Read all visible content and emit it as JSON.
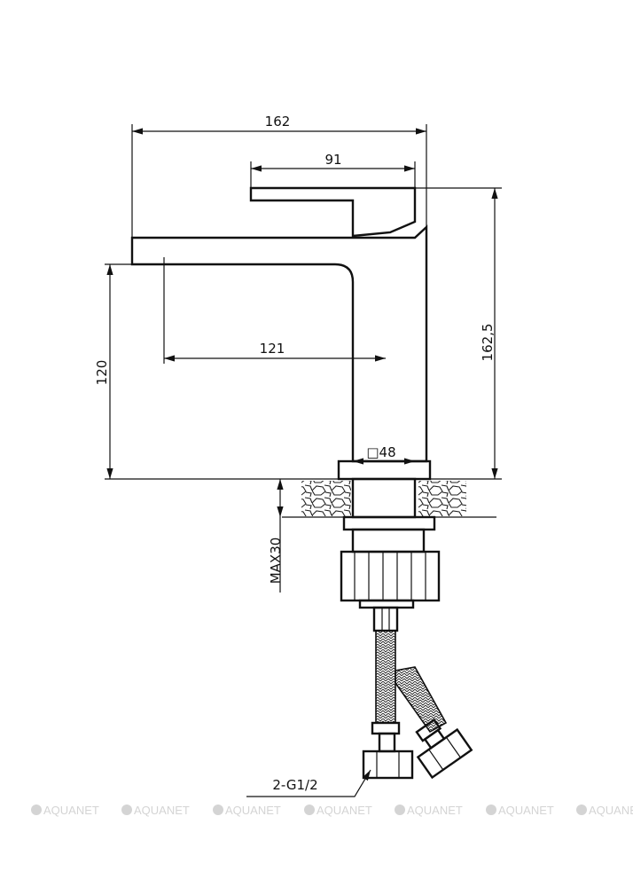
{
  "drawing": {
    "dimensions": {
      "overall_width": "162",
      "handle_length": "91",
      "spout_reach": "121",
      "spout_height": "120",
      "total_height": "162,5",
      "base_size": "□48",
      "max_countertop": "MAX30",
      "connection": "2-G1/2"
    },
    "watermark": "AQUANET",
    "colors": {
      "line": "#111111",
      "watermark": "#d4d4d4"
    }
  }
}
